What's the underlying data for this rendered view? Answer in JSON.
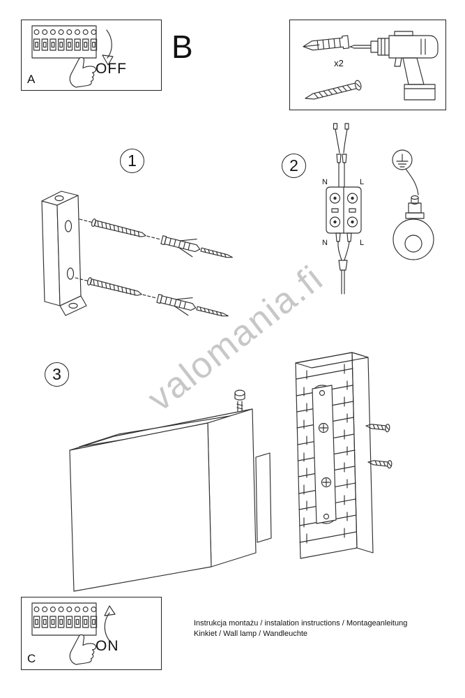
{
  "watermark": "valomania.fi",
  "panel_a": {
    "label": "A",
    "state": "OFF"
  },
  "section_b": {
    "label": "B",
    "quantity": "x2"
  },
  "panel_c": {
    "label": "C",
    "state": "ON"
  },
  "steps": {
    "one": "1",
    "two": "2",
    "three": "3"
  },
  "terminals": {
    "top_left": "N",
    "top_right": "L",
    "bottom_left": "N",
    "bottom_right": "L"
  },
  "footer": {
    "line1": "Instrukcja montażu / instalation instructions / Montageanleitung",
    "line2": "Kinkiet / Wall lamp / Wandleuchte"
  },
  "colors": {
    "line": "#2e2e2e",
    "watermark": "#9a9a9a"
  }
}
